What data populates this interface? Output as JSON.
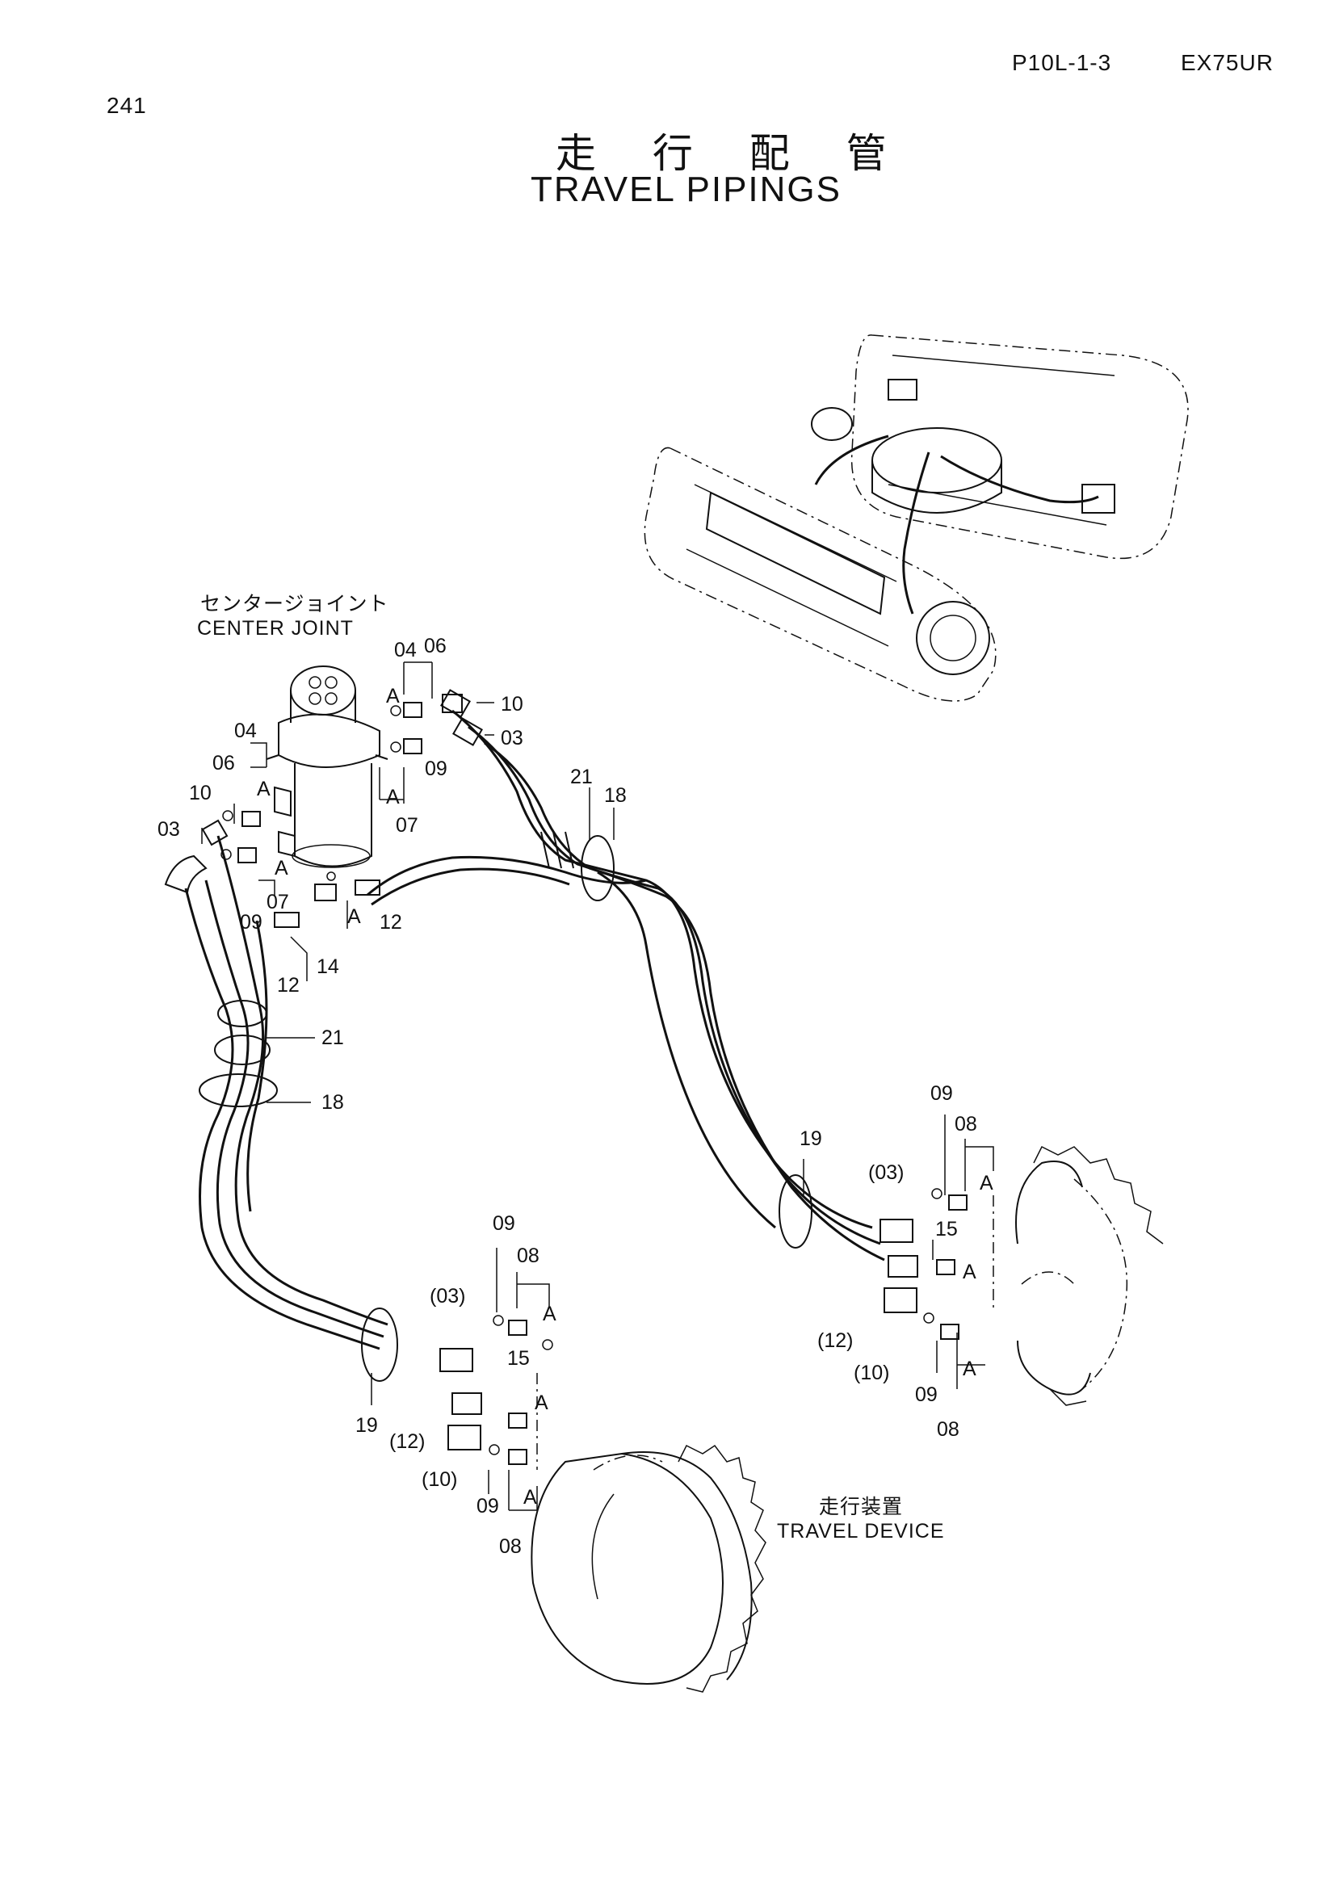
{
  "header": {
    "page_number": "241",
    "catalog_ref": "P10L-1-3",
    "model": "EX75UR"
  },
  "title": {
    "japanese": "走 行 配 管",
    "english": "TRAVEL PIPINGS"
  },
  "notes": {
    "center_joint_jp": "センタージョイント",
    "center_joint_en": "CENTER JOINT",
    "travel_device_jp": "走行装置",
    "travel_device_en": "TRAVEL DEVICE"
  },
  "callouts": {
    "c04a": "04",
    "c06a": "06",
    "cAa": "A",
    "c10a": "10",
    "c03a": "03",
    "c07a": "07",
    "cAb": "A",
    "c09a": "09",
    "c21a": "21",
    "c18a": "18",
    "c04b": "04",
    "c06b": "06",
    "cAc": "A",
    "c10b": "10",
    "c03b": "03",
    "cAd": "A",
    "c07b": "07",
    "c09b": "09",
    "c12a": "12",
    "c12b": "12",
    "cAe": "A",
    "c14": "14",
    "c21b": "21",
    "c18b": "18",
    "c19a": "19",
    "c03p_a": "(03)",
    "c09c": "09",
    "c08a": "08",
    "cAf": "A",
    "c15a": "15",
    "cAg": "A",
    "c12p_a": "(12)",
    "c10p_a": "(10)",
    "c09d": "09",
    "cAh": "A",
    "c08b": "08",
    "c09e": "09",
    "c08c": "08",
    "c19b": "19",
    "c03p_b": "(03)",
    "cAi": "A",
    "c15b": "15",
    "cAj": "A",
    "c12p_b": "(12)",
    "c10p_b": "(10)",
    "c09f": "09",
    "cAk": "A",
    "c08d": "08"
  }
}
